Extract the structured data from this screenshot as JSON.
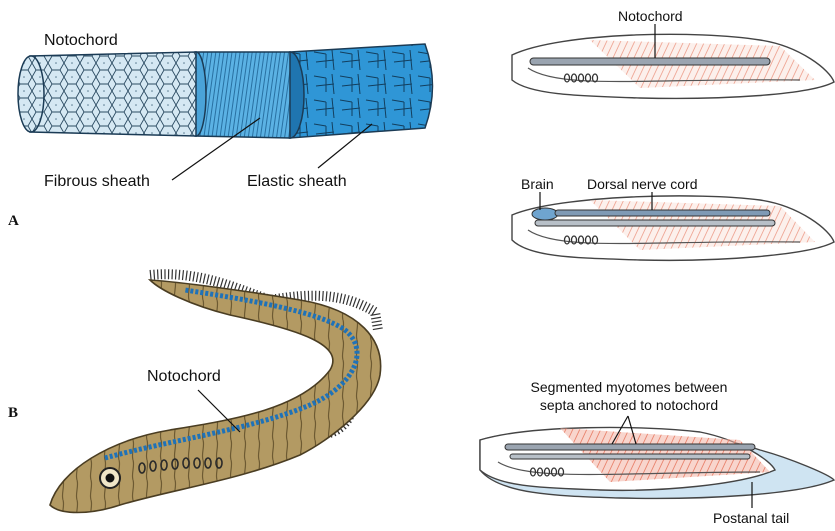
{
  "panel_a": {
    "letter": "A",
    "labels": {
      "notochord": "Notochord",
      "fibrous_sheath": "Fibrous sheath",
      "elastic_sheath": "Elastic sheath"
    }
  },
  "panel_b": {
    "letter": "B",
    "labels": {
      "notochord": "Notochord"
    }
  },
  "right_diagrams": {
    "top": {
      "notochord": "Notochord"
    },
    "middle": {
      "brain": "Brain",
      "dorsal_nerve_cord": "Dorsal nerve cord"
    },
    "bottom": {
      "myotomes_line1": "Segmented myotomes between",
      "myotomes_line2": "septa anchored to notochord",
      "postanal_tail": "Postanal tail"
    }
  },
  "colors": {
    "sheath_blue": "#2f96d6",
    "cell_fill": "#cfe3ef",
    "fish_body": "#b39a63",
    "notochord_blue": "#1f72b8",
    "myotome_pink": "#f2b3a4",
    "outline": "#333333"
  }
}
